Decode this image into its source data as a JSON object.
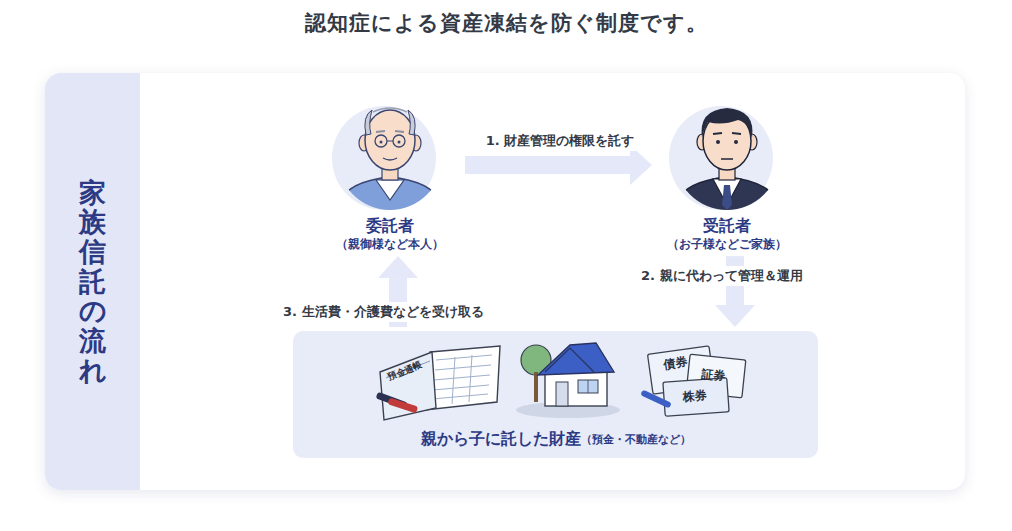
{
  "diagram": {
    "title": "認知症による資産凍結を防ぐ制度です。",
    "nodes": [
      {
        "text": [
          "家族信託の流れ"
        ]
      },
      {
        "text": [
          "委託者",
          "（親御様など本人）"
        ]
      },
      {
        "text": [
          "受託者",
          "（お子様などご家族）"
        ]
      },
      {
        "text": [
          "親から子に託した財産",
          "（預金・不動産など）"
        ]
      }
    ],
    "edges": [
      {
        "from": 1,
        "to": 2,
        "label": "1. 財産管理の権限を託す",
        "arrow": "to"
      },
      {
        "from": 2,
        "to": 3,
        "label": "2. 親に代わって管理＆運用",
        "arrow": "to"
      },
      {
        "from": 3,
        "to": 1,
        "label": "3. 生活費・介護費などを受け取る",
        "arrow": "to"
      }
    ],
    "labels": [
      "預金通帳",
      "債券",
      "証券",
      "株券"
    ]
  }
}
